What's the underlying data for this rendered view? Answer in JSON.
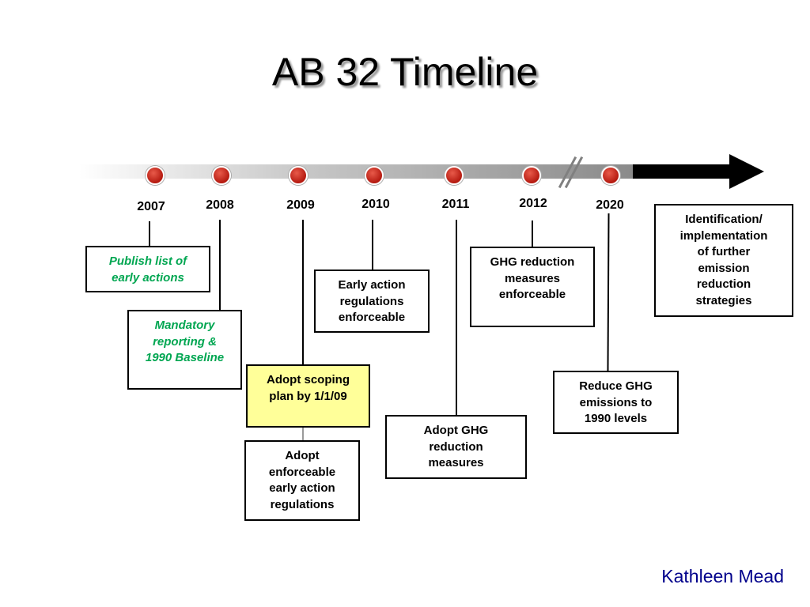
{
  "title": "AB 32 Timeline",
  "author": "Kathleen Mead",
  "years": [
    "2007",
    "2008",
    "2009",
    "2010",
    "2011",
    "2012",
    "2020"
  ],
  "boxes": {
    "publish": "Publish list of\nearly actions",
    "mandatory": "Mandatory\nreporting &\n1990 Baseline",
    "scoping": "Adopt scoping\nplan by 1/1/09",
    "adopt_enforceable": "Adopt\nenforceable\nearly action\nregulations",
    "early_action": "Early action\nregulations\nenforceable",
    "adopt_ghg": "Adopt GHG\nreduction\nmeasures",
    "ghg_enforceable": "GHG reduction\nmeasures\nenforceable",
    "reduce": "Reduce GHG\nemissions to\n1990 levels",
    "identification": "Identification/\nimplementation\nof further\nemission\nreduction\nstrategies"
  },
  "colors": {
    "dot": "#c0281c",
    "green_text": "#00a651",
    "highlight_box": "#ffff99",
    "author_text": "#00008b"
  }
}
